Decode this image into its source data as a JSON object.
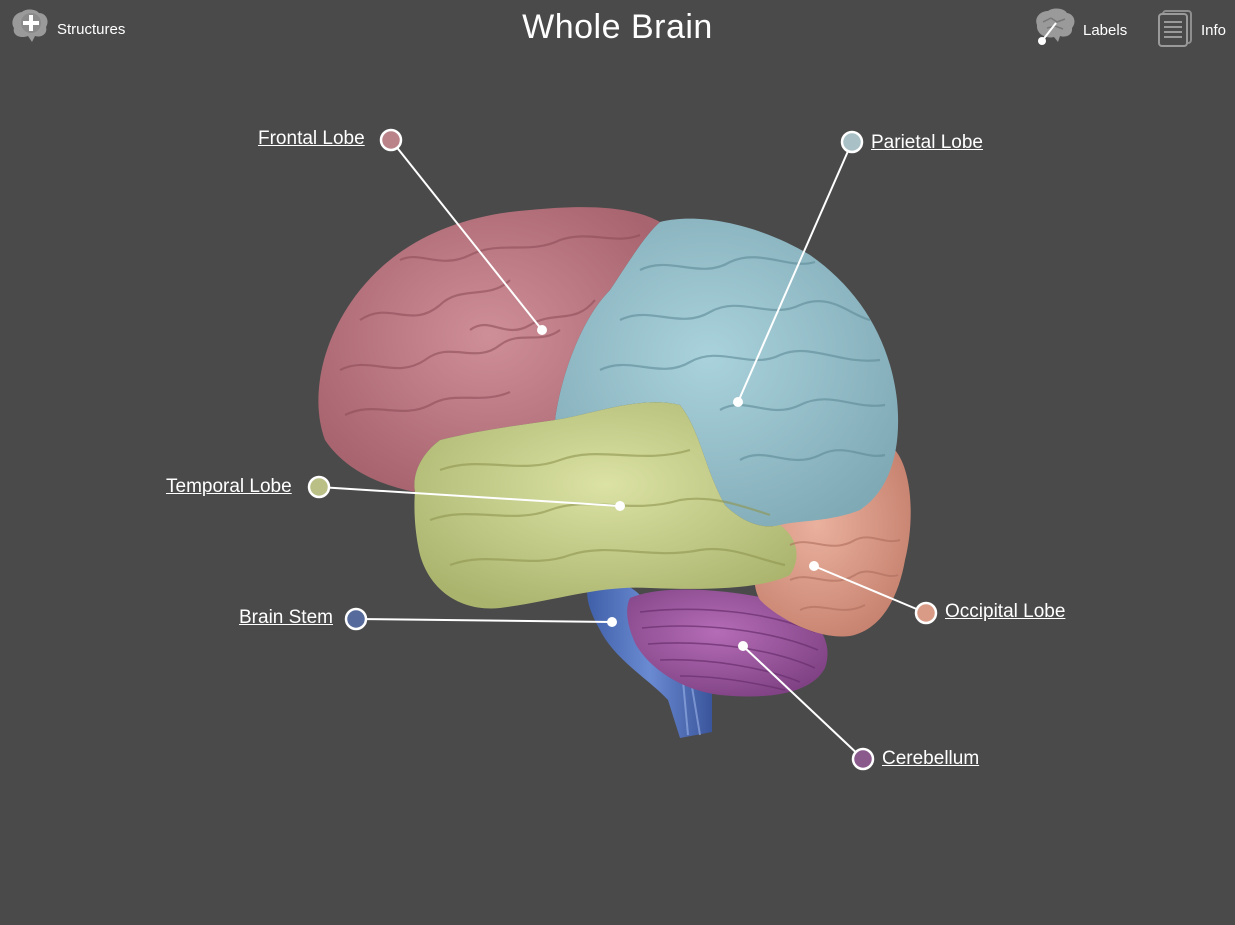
{
  "header": {
    "title": "Whole Brain",
    "structures_label": "Structures",
    "labels_label": "Labels",
    "info_label": "Info"
  },
  "icons": {
    "structures": "brain-plus-icon",
    "labels": "brain-label-icon",
    "info": "document-list-icon"
  },
  "labels": [
    {
      "id": "frontal",
      "text": "Frontal Lobe",
      "color": "#b98389"
    },
    {
      "id": "parietal",
      "text": "Parietal Lobe",
      "color": "#a9c1c6"
    },
    {
      "id": "temporal",
      "text": "Temporal Lobe",
      "color": "#b9bf85"
    },
    {
      "id": "brainstem",
      "text": "Brain Stem",
      "color": "#566b9c"
    },
    {
      "id": "occipital",
      "text": "Occipital Lobe",
      "color": "#d99b86"
    },
    {
      "id": "cerebellum",
      "text": "Cerebellum",
      "color": "#8a5a8c"
    }
  ],
  "colors": {
    "background": "#4a4a4a",
    "frontal": "#c07a86",
    "parietal": "#94bfca",
    "temporal": "#c8d28e",
    "occipital": "#dd9a88",
    "cerebellum": "#9c5a9e",
    "brainstem": "#5a78c0"
  }
}
